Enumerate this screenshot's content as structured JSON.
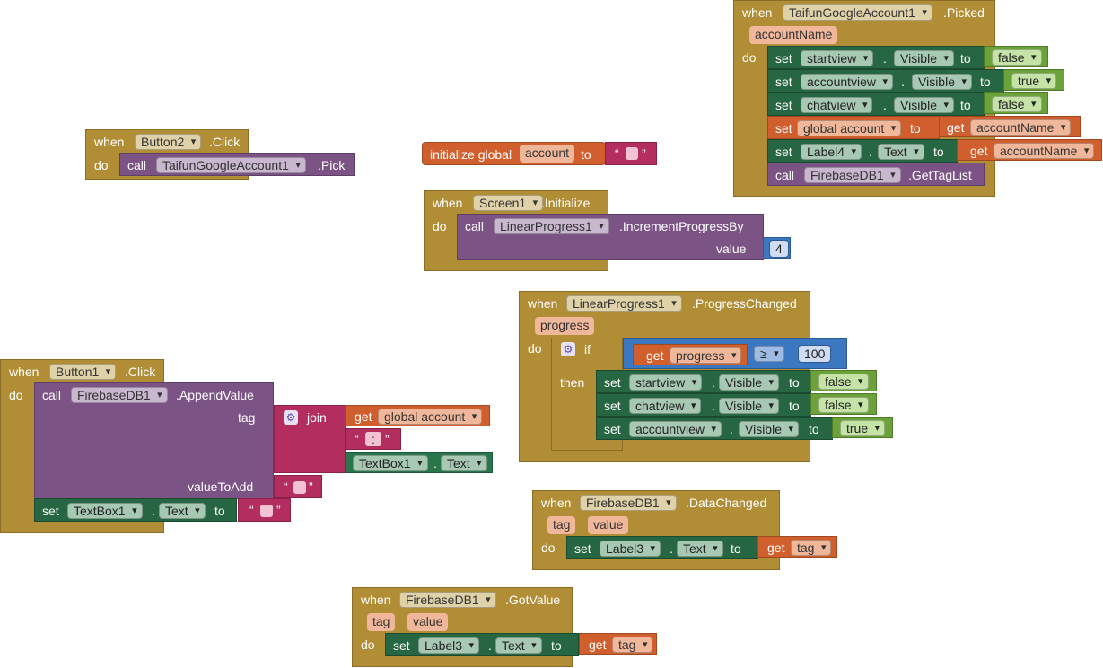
{
  "kw": {
    "when": "when",
    "do": "do",
    "call": "call",
    "set": "set",
    "get": "get",
    "to": "to",
    "then": "then",
    "if": "if",
    "join": "join"
  },
  "b_button2": {
    "component": "Button2",
    "event": ".Click",
    "target": "TaifunGoogleAccount1",
    "method": ".Pick"
  },
  "b_init": {
    "label": "initialize global",
    "name": "account",
    "to": "to",
    "value_open": "“",
    "value_close": "”"
  },
  "b_screen1": {
    "component": "Screen1",
    "event": ".Initialize",
    "target": "LinearProgress1",
    "method": ".IncrementProgressBy",
    "arg_label": "value",
    "arg_value": "4"
  },
  "b_picked": {
    "component": "TaifunGoogleAccount1",
    "event": ".Picked",
    "param": "accountName",
    "rows": [
      {
        "comp": "startview",
        "prop": "Visible",
        "value": "false"
      },
      {
        "comp": "accountview",
        "prop": "Visible",
        "value": "true"
      },
      {
        "comp": "chatview",
        "prop": "Visible",
        "value": "false"
      }
    ],
    "global_var": "global account",
    "get_var": "accountName",
    "label_comp": "Label4",
    "label_prop": "Text",
    "label_get": "accountName",
    "call_comp": "FirebaseDB1",
    "call_method": ".GetTagList"
  },
  "b_progress": {
    "component": "LinearProgress1",
    "event": ".ProgressChanged",
    "param": "progress",
    "cond_var": "progress",
    "cond_op": "≥",
    "cond_value": "100",
    "rows": [
      {
        "comp": "startview",
        "prop": "Visible",
        "value": "false"
      },
      {
        "comp": "chatview",
        "prop": "Visible",
        "value": "false"
      },
      {
        "comp": "accountview",
        "prop": "Visible",
        "value": "true"
      }
    ]
  },
  "b_button1": {
    "component": "Button1",
    "event": ".Click",
    "target": "FirebaseDB1",
    "method": ".AppendValue",
    "tag_label": "tag",
    "value_label": "valueToAdd",
    "get_var": "global account",
    "sep": ":",
    "tb_comp": "TextBox1",
    "tb_prop": "Text",
    "set_comp": "TextBox1",
    "set_prop": "Text"
  },
  "b_datachanged": {
    "component": "FirebaseDB1",
    "event": ".DataChanged",
    "p1": "tag",
    "p2": "value",
    "set_comp": "Label3",
    "set_prop": "Text",
    "get_var": "tag"
  },
  "b_gotvalue": {
    "component": "FirebaseDB1",
    "event": ".GotValue",
    "p1": "tag",
    "p2": "value",
    "set_comp": "Label3",
    "set_prop": "Text",
    "get_var": "tag"
  }
}
